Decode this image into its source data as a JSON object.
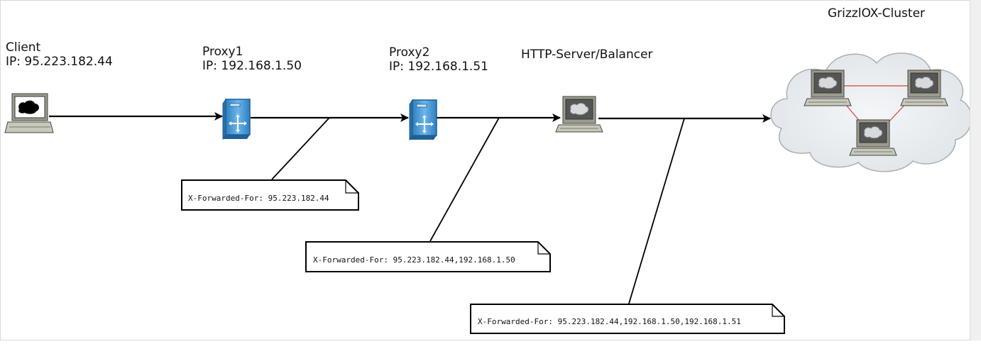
{
  "nodes": {
    "client": {
      "name": "Client",
      "ip": "IP: 95.223.182.44"
    },
    "proxy1": {
      "name": "Proxy1",
      "ip": "IP: 192.168.1.50"
    },
    "proxy2": {
      "name": "Proxy2",
      "ip": "IP: 192.168.1.51"
    },
    "server": {
      "name": "HTTP-Server/Balancer"
    },
    "cluster": {
      "name": "GrizzlOX-Cluster"
    }
  },
  "notes": [
    {
      "text": "X-Forwarded-For: 95.223.182.44"
    },
    {
      "text": "X-Forwarded-For: 95.223.182.44,192.168.1.50"
    },
    {
      "text": "X-Forwarded-For: 95.223.182.44,192.168.1.50,192.168.1.51"
    }
  ],
  "icons": {
    "client": "laptop-icon",
    "proxy1": "proxy-server-icon",
    "proxy2": "proxy-server-icon",
    "server": "workstation-icon",
    "cluster": "cloud-icon",
    "cluster_nodes": "workstation-icon"
  },
  "colors": {
    "proxy_fill": "#4a9fd8",
    "cluster_links": "#d84040",
    "cloud_fill": "#e8ecef"
  }
}
